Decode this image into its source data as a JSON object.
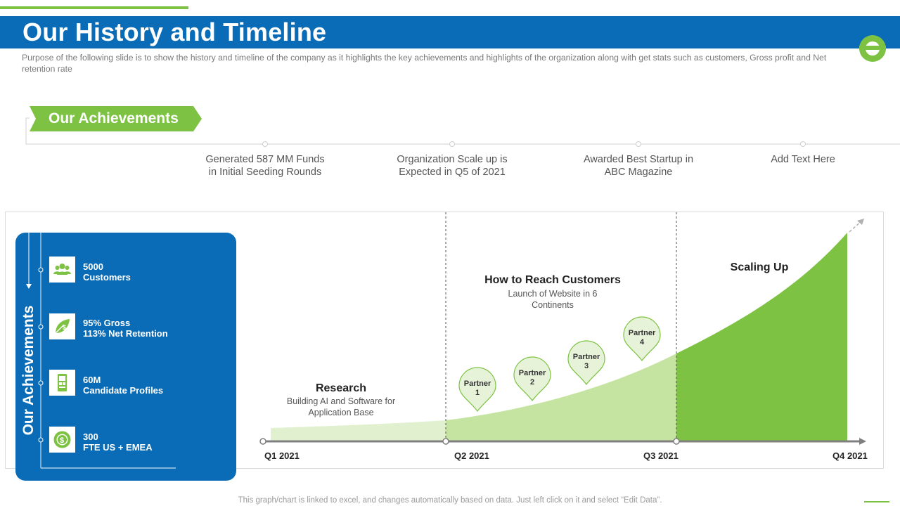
{
  "header": {
    "title": "Our History and Timeline",
    "subtitle": "Purpose of the following slide is to show the history and timeline of the company as it highlights the key achievements and highlights of the organization along with get stats such as customers, Gross profit and Net retention rate"
  },
  "achievements_banner": "Our Achievements",
  "milestones": [
    {
      "line1": "Generated 587 MM Funds",
      "line2": "in Initial  Seeding Rounds"
    },
    {
      "line1": "Organization Scale up is",
      "line2": "Expected in Q5 of 2021"
    },
    {
      "line1": "Awarded Best Startup in",
      "line2": "ABC Magazine"
    },
    {
      "line1": "Add Text Here",
      "line2": ""
    }
  ],
  "panel": {
    "title": "Our Achievements",
    "stats": [
      {
        "value": "5000",
        "label": "Customers",
        "icon": "customers-icon"
      },
      {
        "value": "95% Gross",
        "label": "113% Net Retention",
        "icon": "leaf-dollar-icon"
      },
      {
        "value": "60M",
        "label": "Candidate Profiles",
        "icon": "profile-card-icon"
      },
      {
        "value": "300",
        "label": "FTE US + EMEA",
        "icon": "dollar-gear-icon"
      }
    ]
  },
  "timeline": {
    "phases": [
      {
        "title": "Research",
        "desc_line1": "Building AI and Software for",
        "desc_line2": "Application Base"
      },
      {
        "title": "How to Reach Customers",
        "desc_line1": "Launch of Website in 6",
        "desc_line2": "Continents"
      },
      {
        "title": "Scaling Up",
        "desc_line1": "",
        "desc_line2": ""
      }
    ],
    "partners": [
      {
        "line1": "Partner",
        "line2": "1"
      },
      {
        "line1": "Partner",
        "line2": "2"
      },
      {
        "line1": "Partner",
        "line2": "3"
      },
      {
        "line1": "Partner",
        "line2": "4"
      }
    ],
    "quarters": [
      "Q1 2021",
      "Q2 2021",
      "Q3 2021",
      "Q4 2021"
    ]
  },
  "footnote": "This graph/chart is linked to excel,  and changes automatically based on data. Just left click on it and select “Edit Data”.",
  "colors": {
    "brand_blue": "#0a6cb6",
    "brand_green": "#7dc242",
    "light_green": "#d3eab8",
    "mid_green": "#b4dc8a"
  }
}
